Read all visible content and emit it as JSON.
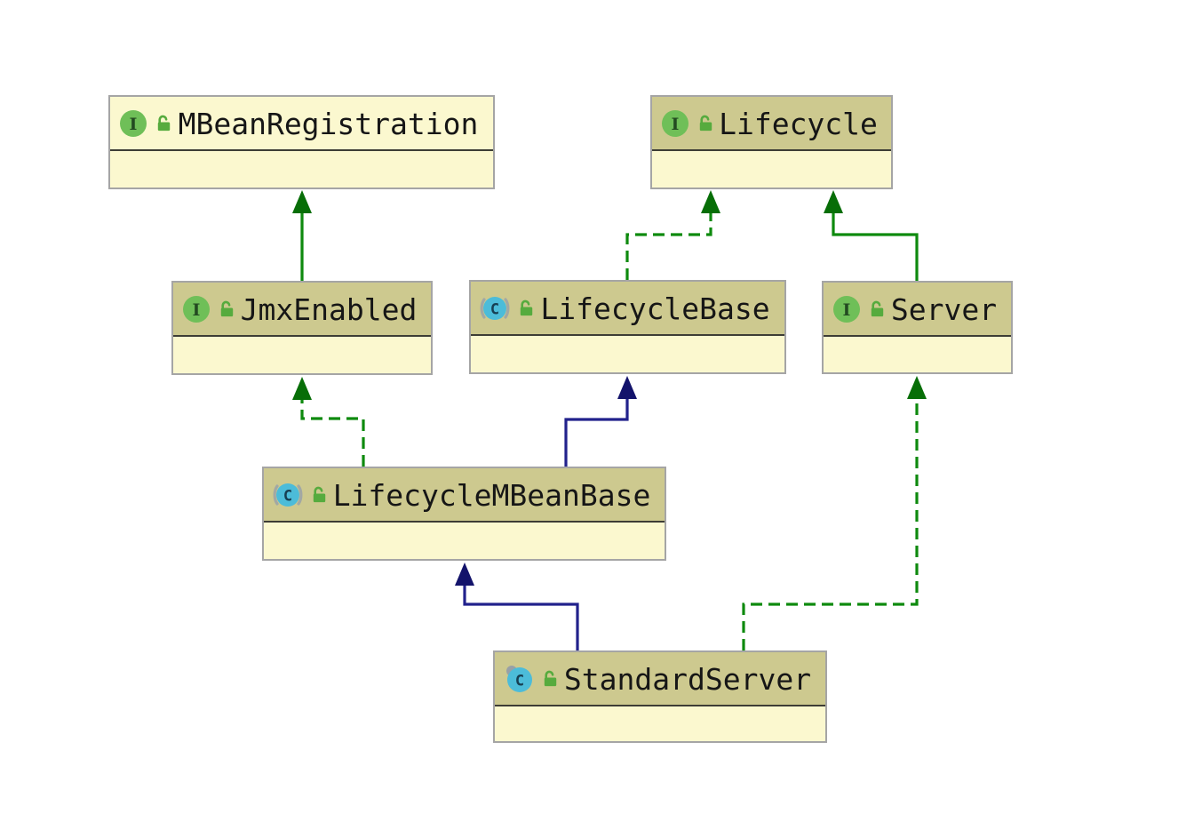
{
  "diagram": {
    "kind_labels": {
      "interface": "I",
      "class": "C"
    },
    "nodes": [
      {
        "label": "MBeanRegistration",
        "kind": "interface",
        "type_icon": "interface-icon",
        "access_icon": "unlocked-padlock-icon",
        "header_bg": "#fbf8cf"
      },
      {
        "label": "Lifecycle",
        "kind": "interface",
        "type_icon": "interface-icon",
        "access_icon": "unlocked-padlock-icon",
        "header_bg": "#cdc98f"
      },
      {
        "label": "JmxEnabled",
        "kind": "interface",
        "type_icon": "interface-icon",
        "access_icon": "unlocked-padlock-icon",
        "header_bg": "#cdc98f"
      },
      {
        "label": "LifecycleBase",
        "kind": "abstract-class",
        "type_icon": "abstract-class-icon",
        "access_icon": "unlocked-padlock-icon",
        "header_bg": "#cdc98f"
      },
      {
        "label": "Server",
        "kind": "interface",
        "type_icon": "interface-icon",
        "access_icon": "unlocked-padlock-icon",
        "header_bg": "#cdc98f"
      },
      {
        "label": "LifecycleMBeanBase",
        "kind": "abstract-class",
        "type_icon": "abstract-class-icon",
        "access_icon": "unlocked-padlock-icon",
        "header_bg": "#cdc98f"
      },
      {
        "label": "StandardServer",
        "kind": "class",
        "type_icon": "class-icon",
        "access_icon": "unlocked-padlock-icon",
        "header_bg": "#cdc98f"
      }
    ],
    "edges": [
      {
        "from": "JmxEnabled",
        "to": "MBeanRegistration",
        "relation": "extends",
        "line_style": "solid",
        "color": "#0e8a0e"
      },
      {
        "from": "LifecycleBase",
        "to": "Lifecycle",
        "relation": "implements",
        "line_style": "dashed",
        "color": "#0e8a0e"
      },
      {
        "from": "Server",
        "to": "Lifecycle",
        "relation": "extends",
        "line_style": "solid",
        "color": "#0e8a0e"
      },
      {
        "from": "LifecycleMBeanBase",
        "to": "JmxEnabled",
        "relation": "implements",
        "line_style": "dashed",
        "color": "#0e8a0e"
      },
      {
        "from": "LifecycleMBeanBase",
        "to": "LifecycleBase",
        "relation": "extends",
        "line_style": "solid",
        "color": "#22228c"
      },
      {
        "from": "StandardServer",
        "to": "LifecycleMBeanBase",
        "relation": "extends",
        "line_style": "solid",
        "color": "#22228c"
      },
      {
        "from": "StandardServer",
        "to": "Server",
        "relation": "implements",
        "line_style": "dashed",
        "color": "#0e8a0e"
      }
    ],
    "colors": {
      "canvas_background": "#ffffff",
      "node_border": "#a5a5a5",
      "node_header_olive": "#cdc98f",
      "node_body_cream": "#fbf8cf",
      "header_separator": "#3d3d35",
      "edge_green": "#0e8a0e",
      "edge_navy": "#22228c",
      "interface_icon_green": "#6fbf58",
      "class_icon_teal": "#4cbcd9",
      "padlock_green": "#56ab3e"
    }
  }
}
